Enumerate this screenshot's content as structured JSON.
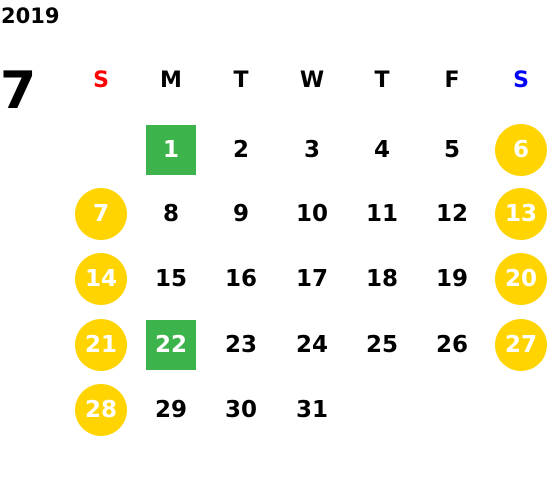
{
  "calendar": {
    "year": "2019",
    "month": "7",
    "weekdays": [
      {
        "label": "S",
        "color": "#ff0000"
      },
      {
        "label": "M",
        "color": "#000000"
      },
      {
        "label": "T",
        "color": "#000000"
      },
      {
        "label": "W",
        "color": "#000000"
      },
      {
        "label": "T",
        "color": "#000000"
      },
      {
        "label": "F",
        "color": "#000000"
      },
      {
        "label": "S",
        "color": "#0000ff"
      }
    ],
    "weeks": [
      [
        {
          "day": "",
          "style": "empty"
        },
        {
          "day": "1",
          "style": "marked"
        },
        {
          "day": "2",
          "style": "normal"
        },
        {
          "day": "3",
          "style": "normal"
        },
        {
          "day": "4",
          "style": "normal"
        },
        {
          "day": "5",
          "style": "normal"
        },
        {
          "day": "6",
          "style": "holiday"
        }
      ],
      [
        {
          "day": "7",
          "style": "holiday"
        },
        {
          "day": "8",
          "style": "normal"
        },
        {
          "day": "9",
          "style": "normal"
        },
        {
          "day": "10",
          "style": "normal"
        },
        {
          "day": "11",
          "style": "normal"
        },
        {
          "day": "12",
          "style": "normal"
        },
        {
          "day": "13",
          "style": "holiday"
        }
      ],
      [
        {
          "day": "14",
          "style": "holiday"
        },
        {
          "day": "15",
          "style": "normal"
        },
        {
          "day": "16",
          "style": "normal"
        },
        {
          "day": "17",
          "style": "normal"
        },
        {
          "day": "18",
          "style": "normal"
        },
        {
          "day": "19",
          "style": "normal"
        },
        {
          "day": "20",
          "style": "holiday"
        }
      ],
      [
        {
          "day": "21",
          "style": "holiday"
        },
        {
          "day": "22",
          "style": "marked"
        },
        {
          "day": "23",
          "style": "normal"
        },
        {
          "day": "24",
          "style": "normal"
        },
        {
          "day": "25",
          "style": "normal"
        },
        {
          "day": "26",
          "style": "normal"
        },
        {
          "day": "27",
          "style": "holiday"
        }
      ],
      [
        {
          "day": "28",
          "style": "holiday"
        },
        {
          "day": "29",
          "style": "normal"
        },
        {
          "day": "30",
          "style": "normal"
        },
        {
          "day": "31",
          "style": "normal"
        },
        {
          "day": "",
          "style": "empty"
        },
        {
          "day": "",
          "style": "empty"
        },
        {
          "day": "",
          "style": "empty"
        }
      ]
    ],
    "colors": {
      "holiday": "#ffd400",
      "marked": "#3cb44b"
    }
  }
}
